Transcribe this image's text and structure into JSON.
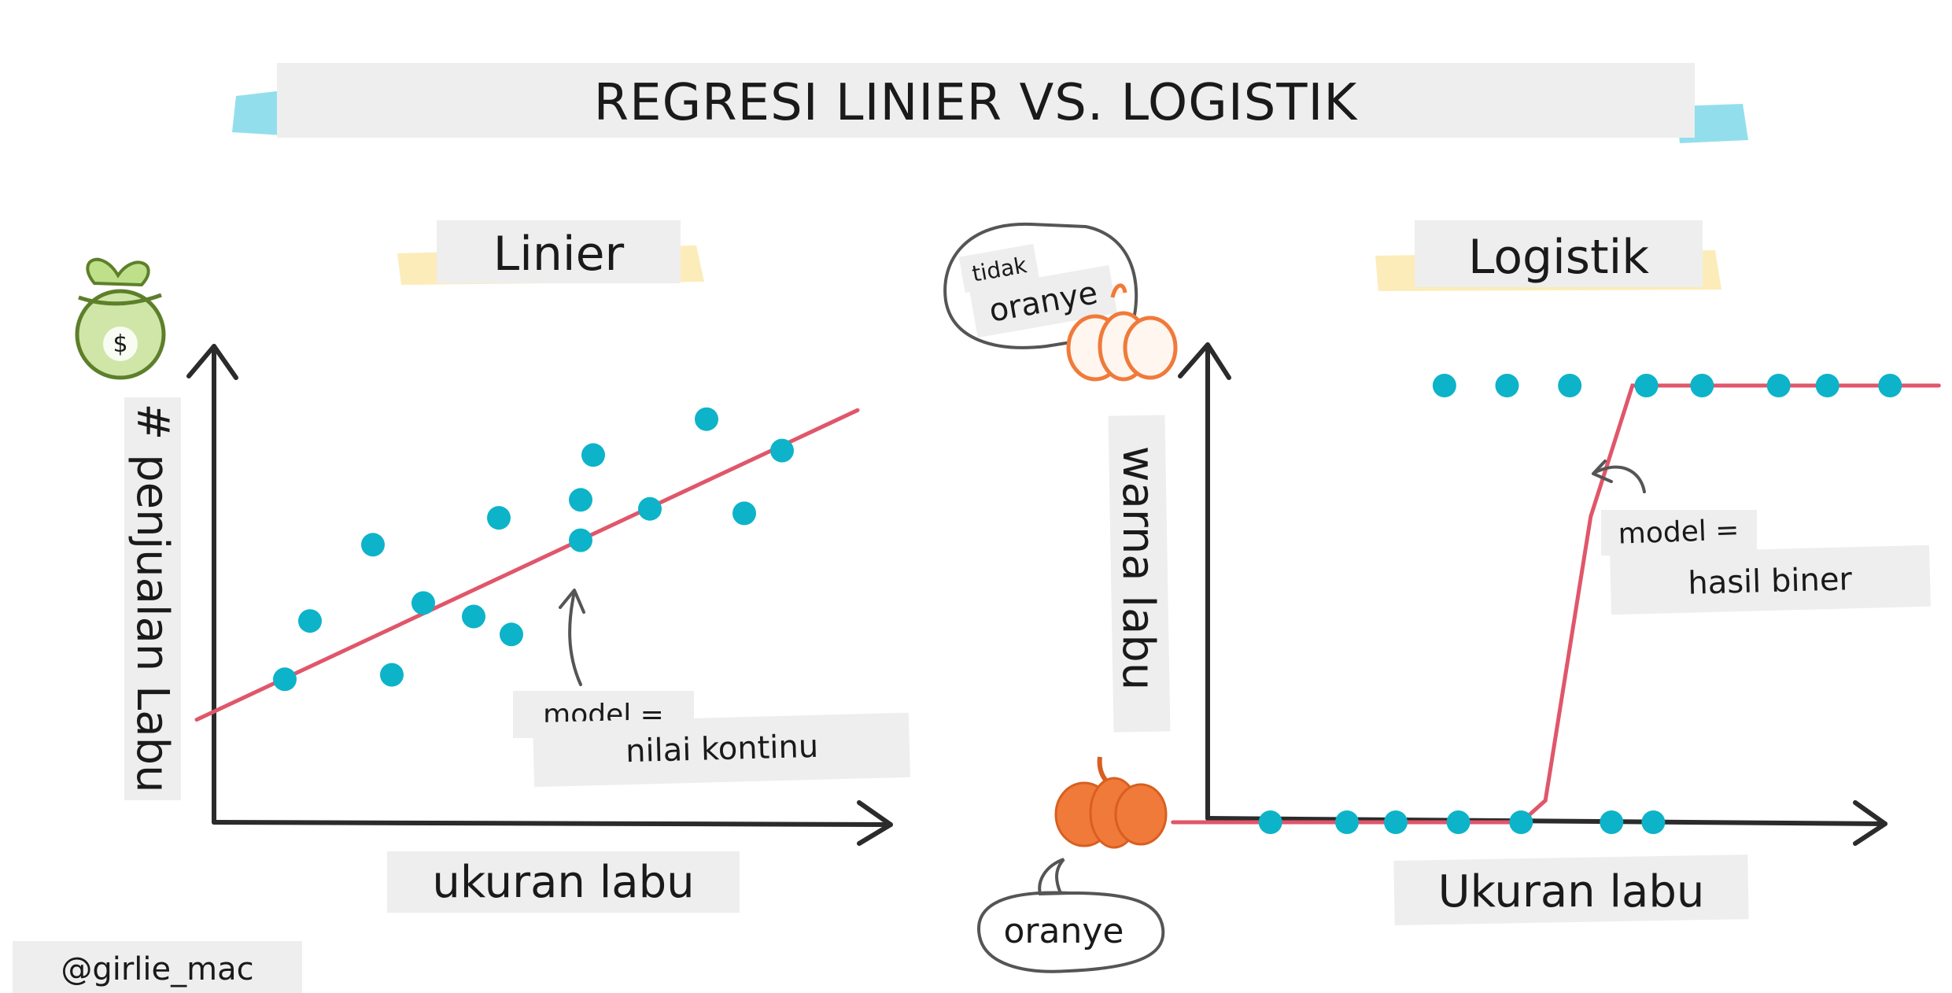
{
  "title": "REGRESI LINIER VS. LOGISTIK",
  "credit": "@girlie_mac",
  "colors": {
    "accent_blue": "#0db3c9",
    "model_line": "#e0566a",
    "banner_tape_blue": "#6fd3e6",
    "banner_tape_yellow": "#fbe7a7",
    "label_box": "#eeeeee",
    "pumpkin": "#f07a3a",
    "money_bag": "#8bb64a"
  },
  "linear": {
    "heading": "Linier",
    "y_label": "# penjualan Labu",
    "x_label": "ukuran labu",
    "model_label": "model =",
    "model_value": "nilai kontinu",
    "icon": "money-bag-icon",
    "icon_symbol": "$"
  },
  "logistic": {
    "heading": "Logistik",
    "y_label": "warna labu",
    "x_label": "Ukuran labu",
    "model_label": "model =",
    "model_value": "hasil biner",
    "top_bubble_small": "tidak",
    "top_bubble_main": "oranye",
    "bottom_bubble": "oranye",
    "icons": [
      "pumpkin-outline-icon",
      "pumpkin-filled-icon"
    ]
  },
  "chart_data": [
    {
      "type": "scatter",
      "title": "Linier",
      "xlabel": "ukuran labu",
      "ylabel": "# penjualan Labu",
      "xlim": [
        0,
        10
      ],
      "ylim": [
        0,
        10
      ],
      "grid": false,
      "points": [
        {
          "x": 0.9,
          "y": 3.1
        },
        {
          "x": 1.3,
          "y": 4.4
        },
        {
          "x": 2.3,
          "y": 6.1
        },
        {
          "x": 2.6,
          "y": 3.2
        },
        {
          "x": 3.1,
          "y": 4.8
        },
        {
          "x": 3.9,
          "y": 4.5
        },
        {
          "x": 4.3,
          "y": 6.7
        },
        {
          "x": 4.5,
          "y": 4.1
        },
        {
          "x": 5.6,
          "y": 7.1
        },
        {
          "x": 5.6,
          "y": 6.2
        },
        {
          "x": 5.8,
          "y": 8.1
        },
        {
          "x": 6.7,
          "y": 6.9
        },
        {
          "x": 7.6,
          "y": 8.9
        },
        {
          "x": 8.2,
          "y": 6.8
        },
        {
          "x": 8.8,
          "y": 8.2
        }
      ],
      "fit_line": {
        "x": [
          -0.5,
          10
        ],
        "y": [
          2.2,
          9.1
        ]
      }
    },
    {
      "type": "scatter",
      "title": "Logistik",
      "xlabel": "Ukuran labu",
      "ylabel": "warna labu",
      "xlim": [
        0,
        10
      ],
      "ylim": [
        0,
        1
      ],
      "grid": false,
      "points": [
        {
          "x": 0.9,
          "y": 0
        },
        {
          "x": 2.0,
          "y": 0
        },
        {
          "x": 2.7,
          "y": 0
        },
        {
          "x": 3.6,
          "y": 0
        },
        {
          "x": 4.5,
          "y": 0
        },
        {
          "x": 5.8,
          "y": 0
        },
        {
          "x": 6.4,
          "y": 0
        },
        {
          "x": 3.4,
          "y": 1
        },
        {
          "x": 4.3,
          "y": 1
        },
        {
          "x": 5.2,
          "y": 1
        },
        {
          "x": 6.3,
          "y": 1
        },
        {
          "x": 7.1,
          "y": 1
        },
        {
          "x": 8.2,
          "y": 1
        },
        {
          "x": 8.9,
          "y": 1
        },
        {
          "x": 9.8,
          "y": 1
        }
      ],
      "fit_curve": {
        "x": [
          -0.5,
          4.5,
          4.85,
          5.5,
          6.1,
          10.5
        ],
        "y": [
          0,
          0,
          0.05,
          0.7,
          1,
          1
        ]
      }
    }
  ]
}
